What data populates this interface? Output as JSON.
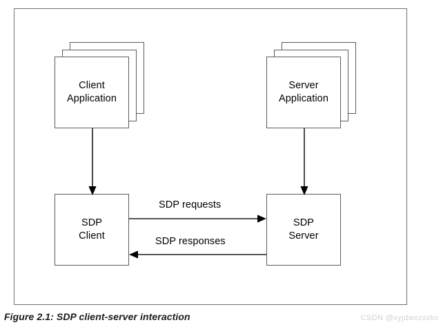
{
  "figure": {
    "caption": "Figure 2.1:  SDP client-server interaction",
    "watermark": "CSDN @xyjdwxzxxbv"
  },
  "nodes": {
    "client_application": {
      "label": "Client\nApplication",
      "stacked": true,
      "layers": 3
    },
    "server_application": {
      "label": "Server\nApplication",
      "stacked": true,
      "layers": 3
    },
    "sdp_client": {
      "label": "SDP\nClient",
      "stacked": false
    },
    "sdp_server": {
      "label": "SDP\nServer",
      "stacked": false
    }
  },
  "edges": {
    "client_vertical": {
      "label": "",
      "direction": "bidirectional"
    },
    "server_vertical": {
      "label": "",
      "direction": "bidirectional"
    },
    "requests": {
      "label": "SDP requests",
      "direction": "left-to-right"
    },
    "responses": {
      "label": "SDP responses",
      "direction": "right-to-left"
    }
  },
  "colors": {
    "frame_border": "#707070",
    "box_border": "#5a5a5a",
    "arrow": "#1c1c1c",
    "text": "#000000",
    "watermark": "#d2d2d2"
  }
}
